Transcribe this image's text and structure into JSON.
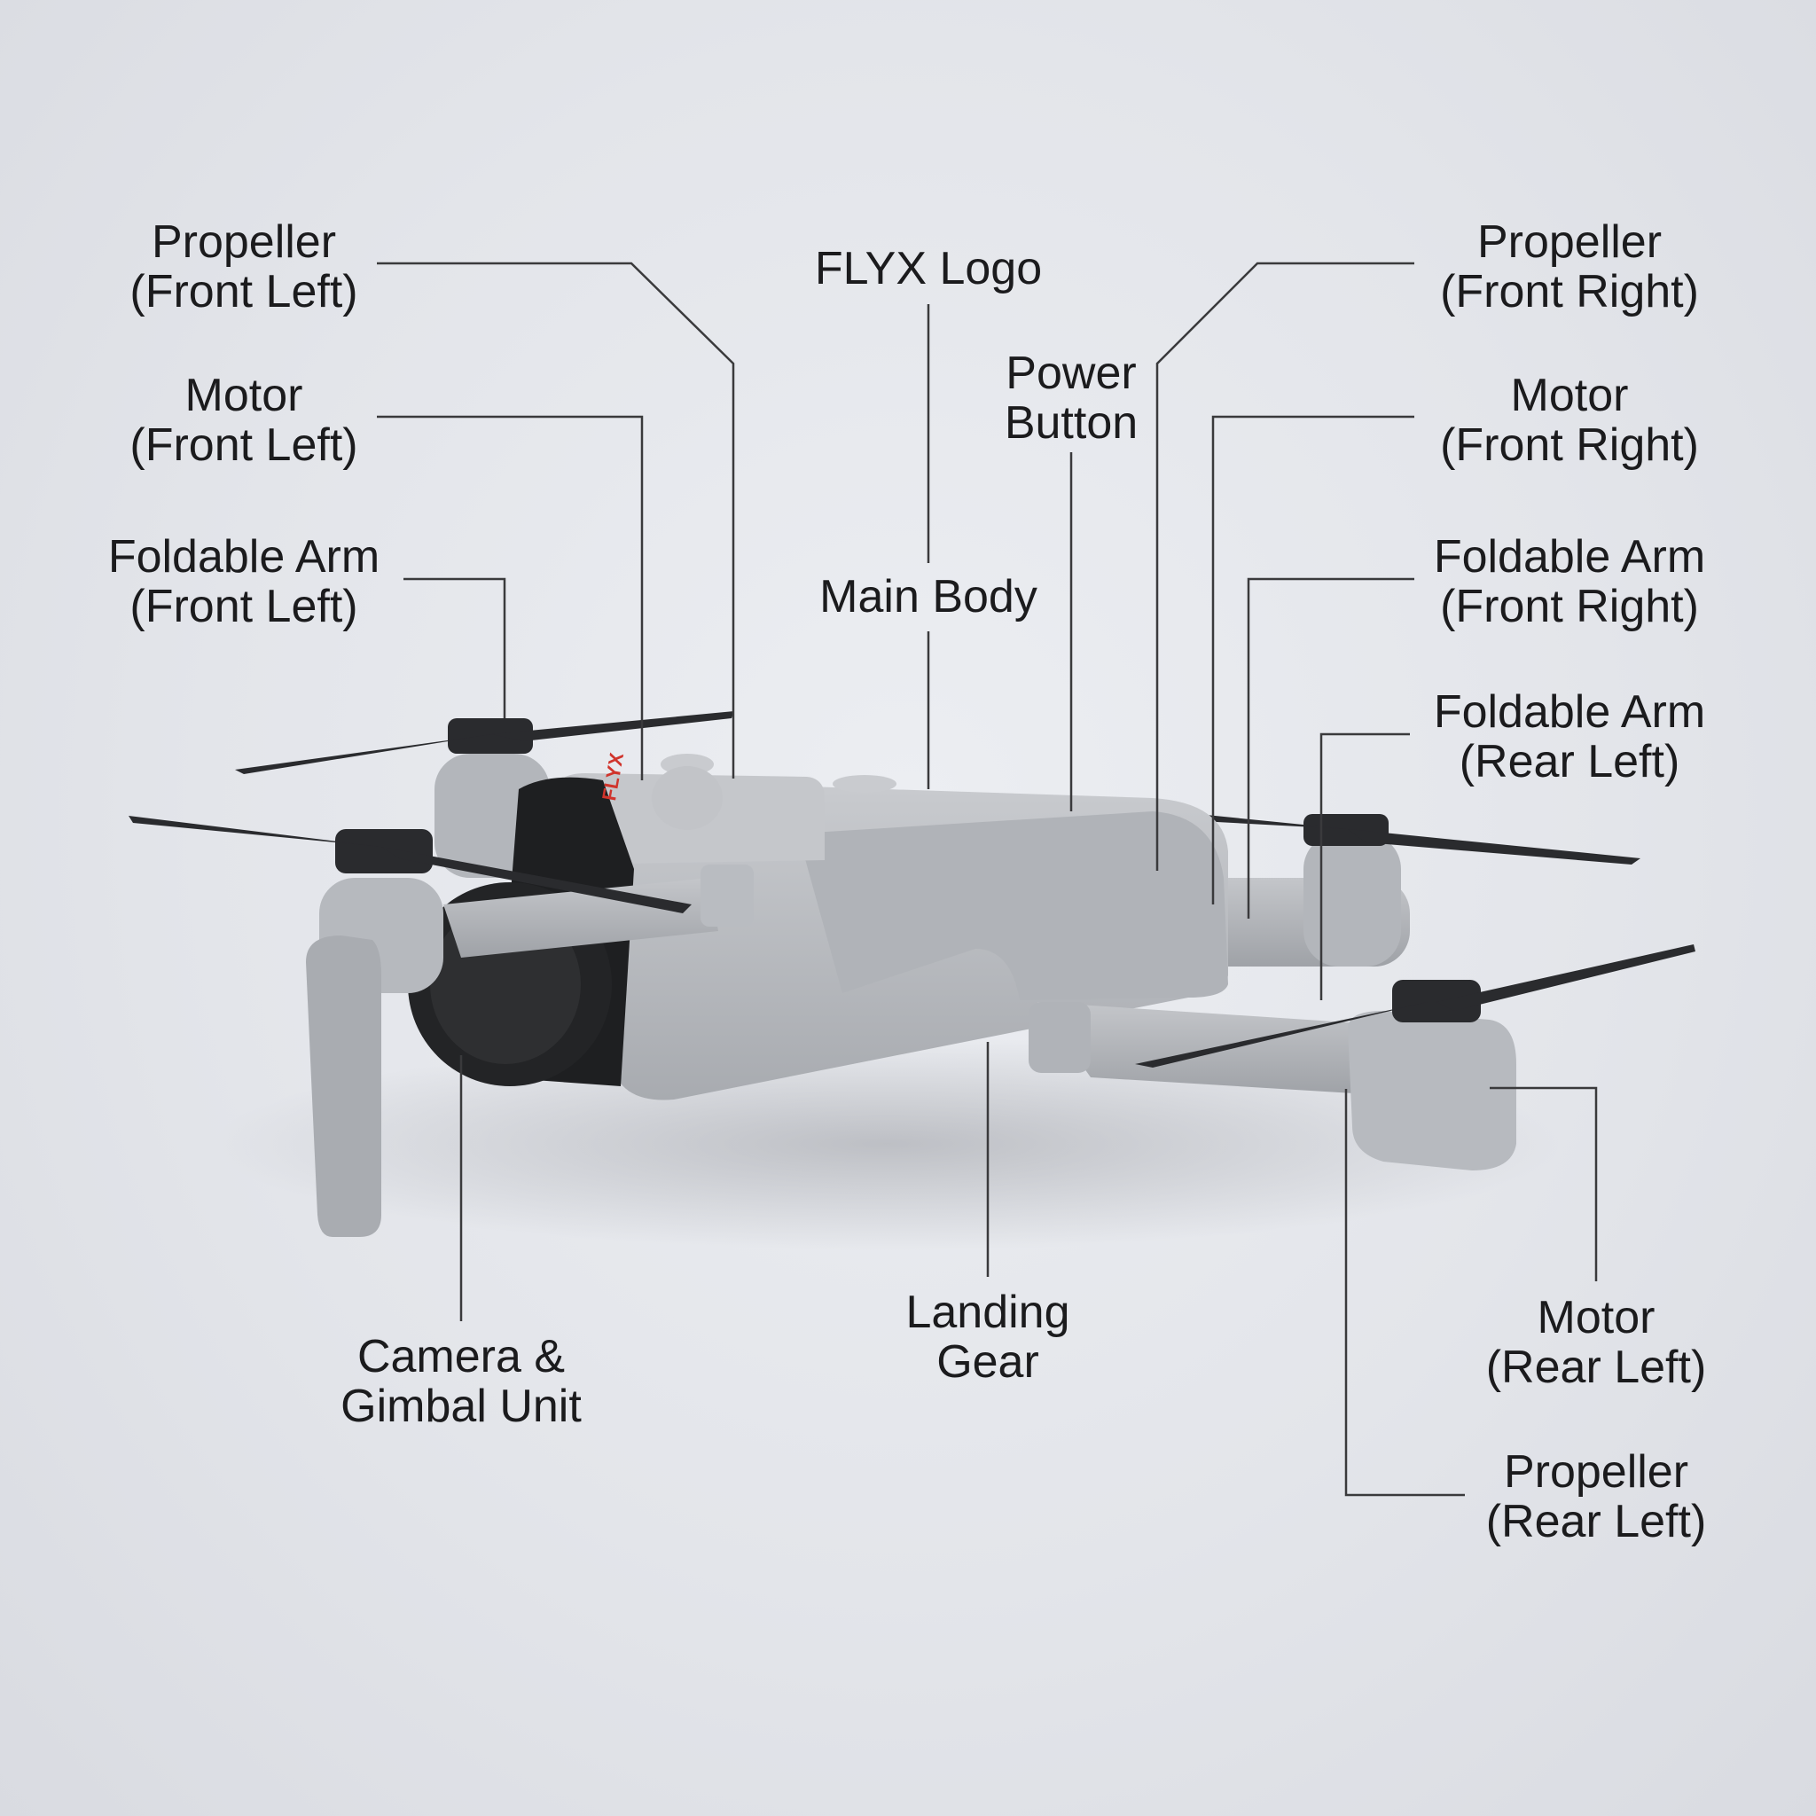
{
  "labels": {
    "propeller_front_left": {
      "line1": "Propeller",
      "line2": "(Front Left)"
    },
    "motor_front_left": {
      "line1": "Motor",
      "line2": "(Front Left)"
    },
    "arm_front_left": {
      "line1": "Foldable Arm",
      "line2": "(Front Left)"
    },
    "flyx_logo": {
      "line1": "FLYX Logo"
    },
    "power_button": {
      "line1": "Power",
      "line2": "Button"
    },
    "main_body": {
      "line1": "Main Body"
    },
    "propeller_front_right": {
      "line1": "Propeller",
      "line2": "(Front Right)"
    },
    "motor_front_right": {
      "line1": "Motor",
      "line2": "(Front Right)"
    },
    "arm_front_right": {
      "line1": "Foldable Arm",
      "line2": "(Front Right)"
    },
    "arm_rear_left": {
      "line1": "Foldable Arm",
      "line2": "(Rear Left)"
    },
    "camera_gimbal": {
      "line1": "Camera &",
      "line2": "Gimbal Unit"
    },
    "landing_gear": {
      "line1": "Landing",
      "line2": "Gear"
    },
    "motor_rear_left": {
      "line1": "Motor",
      "line2": "(Rear Left)"
    },
    "propeller_rear_left": {
      "line1": "Propeller",
      "line2": "(Rear Left)"
    }
  },
  "logo_mark": "FLYX",
  "colors": {
    "background": "#e6e8ec",
    "drone_body": "#b9bcc1",
    "drone_shadow": "#8f9297",
    "propeller": "#2a2b2e",
    "leader_line": "#3a3a3c",
    "label_text": "#1b1b1d",
    "logo_accent": "#d0342c"
  }
}
